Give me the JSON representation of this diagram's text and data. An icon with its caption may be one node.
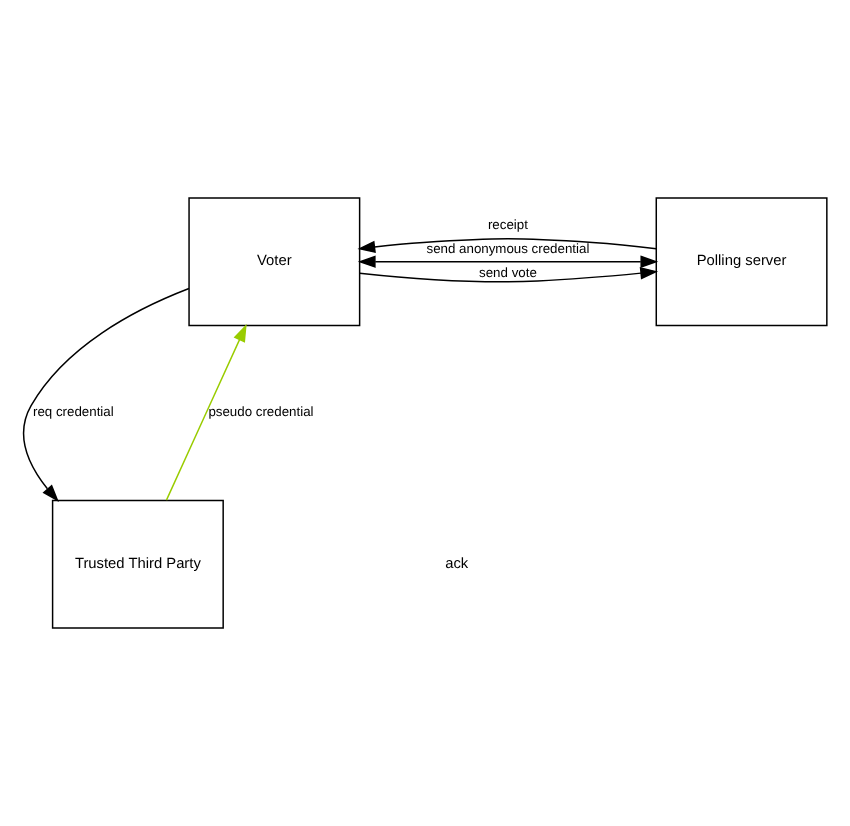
{
  "diagram": {
    "nodes": [
      {
        "text": [
          "Voter"
        ]
      },
      {
        "text": [
          "Polling server"
        ]
      },
      {
        "text": [
          "Trusted Third Party"
        ]
      }
    ],
    "edges": [
      {
        "from": 0,
        "to": 1,
        "arrow": "both",
        "label": "send anonymous credential"
      },
      {
        "from": 0,
        "to": 1,
        "arrow": "to",
        "label": "send vote"
      },
      {
        "from": 1,
        "to": 0,
        "arrow": "to",
        "label": "receipt"
      },
      {
        "from": 0,
        "to": 2,
        "arrow": "to",
        "label": "req credential"
      },
      {
        "from": 2,
        "to": 0,
        "arrow": "to",
        "label": "pseudo credential",
        "color": "#99cc00"
      }
    ],
    "labels": [
      "ack"
    ]
  }
}
